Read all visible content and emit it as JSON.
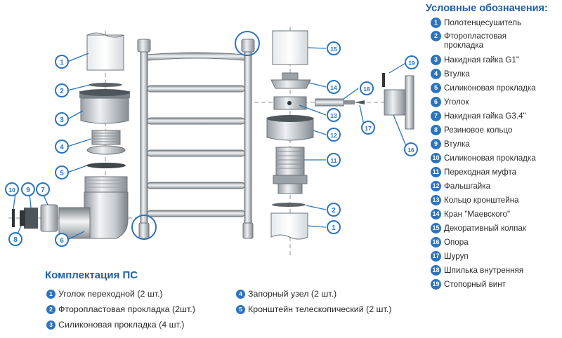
{
  "legend": {
    "title": "Условные обозначения:",
    "items": [
      {
        "num": "1",
        "label": "Полотенцесушитель"
      },
      {
        "num": "2",
        "label": "Фторопластовая прокладка"
      },
      {
        "num": "3",
        "label": "Накидная гайка G1\""
      },
      {
        "num": "4",
        "label": "Втулка"
      },
      {
        "num": "5",
        "label": "Силиконовая прокладка"
      },
      {
        "num": "6",
        "label": "Уголок"
      },
      {
        "num": "7",
        "label": "Накидная гайка G3.4\""
      },
      {
        "num": "8",
        "label": "Резиновое кольцо"
      },
      {
        "num": "9",
        "label": "Втулка"
      },
      {
        "num": "10",
        "label": "Силиконовая прокладка"
      },
      {
        "num": "11",
        "label": "Переходная муфта"
      },
      {
        "num": "12",
        "label": "Фальшгайка"
      },
      {
        "num": "13",
        "label": "Кольцо кронштейна"
      },
      {
        "num": "14",
        "label": "Кран \"Маевского\""
      },
      {
        "num": "15",
        "label": "Декоративный колпак"
      },
      {
        "num": "16",
        "label": "Опора"
      },
      {
        "num": "17",
        "label": "Шуруп"
      },
      {
        "num": "18",
        "label": "Шпилька внутренняя"
      },
      {
        "num": "19",
        "label": "Стопорный винт"
      }
    ]
  },
  "kit": {
    "title": "Комплектация ПС",
    "items": [
      {
        "num": "1",
        "label": "Уголок переходной (2 шт.)"
      },
      {
        "num": "2",
        "label": "Фторопластовая прокладка (2шт.)"
      },
      {
        "num": "3",
        "label": "Силиконовая прокладка (4 шт.)"
      },
      {
        "num": "4",
        "label": "Запорный узел (2 шт.)"
      },
      {
        "num": "5",
        "label": "Кронштейн телескопический (2 шт.)"
      }
    ]
  },
  "callouts": [
    "1",
    "2",
    "3",
    "4",
    "5",
    "6",
    "7",
    "8",
    "9",
    "10",
    "11",
    "12",
    "13",
    "14",
    "15",
    "16",
    "17",
    "18",
    "19",
    "1",
    "2"
  ],
  "colors": {
    "accent": "#2b74c0",
    "heading": "#1f5fa8",
    "metal": "#b9bec4",
    "metal_dark": "#6c7379"
  }
}
